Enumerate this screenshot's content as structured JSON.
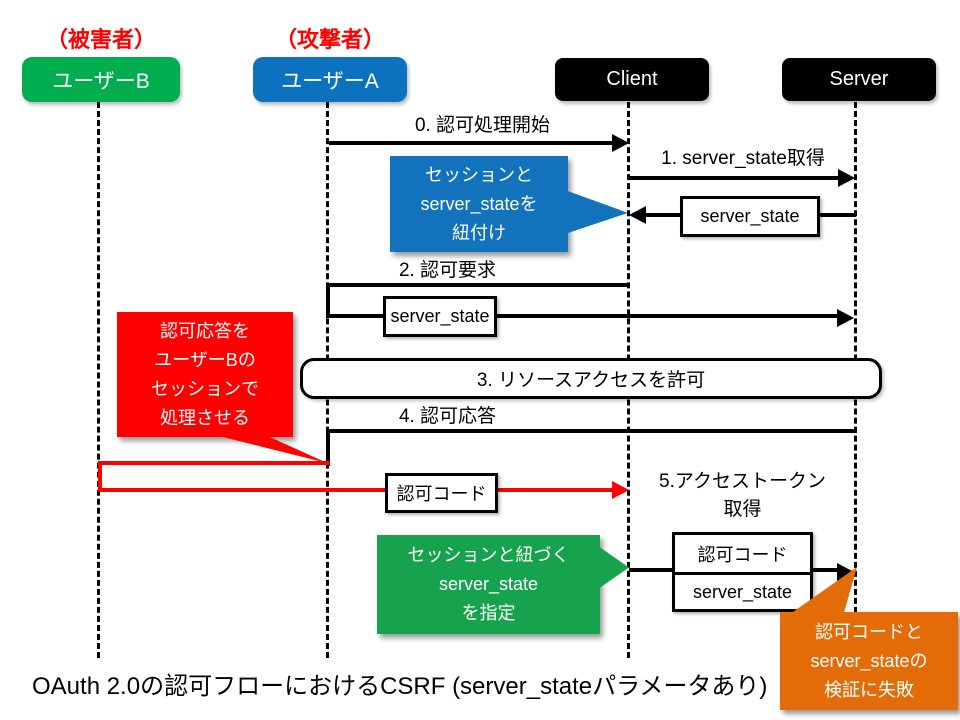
{
  "title": "OAuth 2.0の認可フローにおけるCSRF (server_stateパラメータあり)",
  "roles": {
    "victim": "（被害者）",
    "attacker": "（攻撃者）"
  },
  "actors": {
    "userB": {
      "label": "ユーザーB",
      "color": "#00ae4f"
    },
    "userA": {
      "label": "ユーザーA",
      "color": "#0c72bf"
    },
    "client": {
      "label": "Client",
      "color": "#000000"
    },
    "server": {
      "label": "Server",
      "color": "#000000"
    }
  },
  "messages": {
    "m0": "0. 認可処理開始",
    "m1": "1. server_state取得",
    "ret_box": "server_state",
    "m2": "2. 認可要求",
    "m2_box": "server_state",
    "m3": "3. リソースアクセスを許可",
    "m4": "4. 認可応答",
    "red_box": "認可コード",
    "m5_line1": "5.アクセストークン",
    "m5_line2": "取得",
    "m5_box_code": "認可コード",
    "m5_box_state": "server_state"
  },
  "callouts": {
    "blue": {
      "color": "#1273bc",
      "lines": [
        "セッションと",
        "server_stateを",
        "紐付け"
      ]
    },
    "red": {
      "color": "#ff0000",
      "lines": [
        "認可応答を",
        "ユーザーBの",
        "セッションで",
        "処理させる"
      ]
    },
    "green": {
      "color": "#17a24e",
      "lines": [
        "セッションと紐づく",
        "server_state",
        "を指定"
      ]
    },
    "orange": {
      "color": "#e36c09",
      "lines": [
        "認可コードと",
        "server_stateの",
        "検証に失敗"
      ]
    }
  },
  "colors": {
    "arrow": "#000000",
    "attack_arrow": "#ff0000",
    "role_label": "#ff0000"
  }
}
